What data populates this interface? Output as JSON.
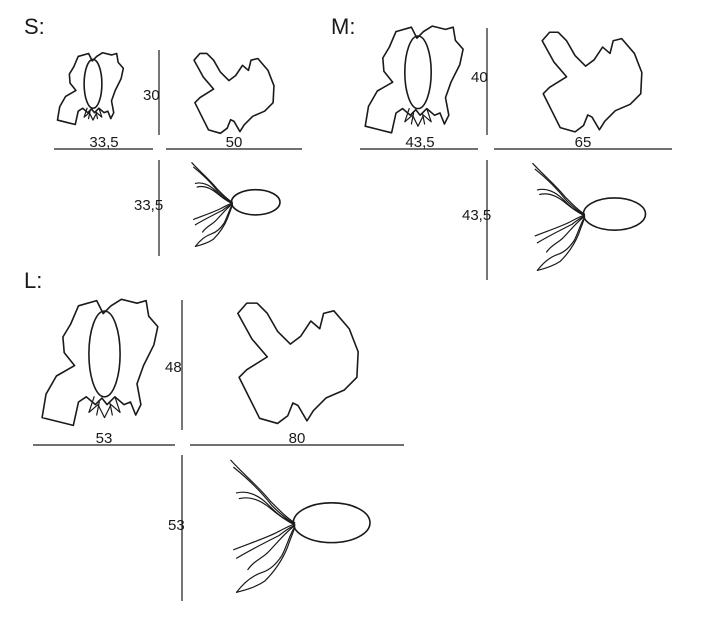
{
  "groups": [
    {
      "id": "s",
      "label": "S:",
      "dimensions": {
        "front_width": "33,5",
        "height": "30",
        "side_width": "50",
        "top_depth": "33,5"
      }
    },
    {
      "id": "m",
      "label": "M:",
      "dimensions": {
        "front_width": "43,5",
        "height": "40",
        "side_width": "65",
        "top_depth": "43,5"
      }
    },
    {
      "id": "l",
      "label": "L:",
      "dimensions": {
        "front_width": "53",
        "height": "48",
        "side_width": "80",
        "top_depth": "53"
      }
    }
  ]
}
